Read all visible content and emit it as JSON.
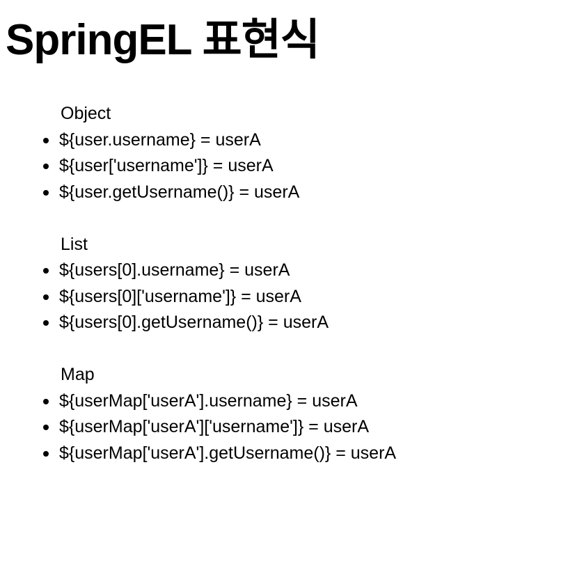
{
  "page": {
    "title": "SpringEL 표현식",
    "background_color": "#ffffff",
    "text_color": "#000000"
  },
  "sections": [
    {
      "label": "Object",
      "items": [
        "${user.username} = userA",
        "${user['username']} = userA",
        "${user.getUsername()} = userA"
      ]
    },
    {
      "label": "List",
      "items": [
        "${users[0].username} = userA",
        "${users[0]['username']} = userA",
        "${users[0].getUsername()} = userA"
      ]
    },
    {
      "label": "Map",
      "items": [
        "${userMap['userA'].username} = userA",
        "${userMap['userA']['username']} = userA",
        "${userMap['userA'].getUsername()} = userA"
      ]
    }
  ]
}
